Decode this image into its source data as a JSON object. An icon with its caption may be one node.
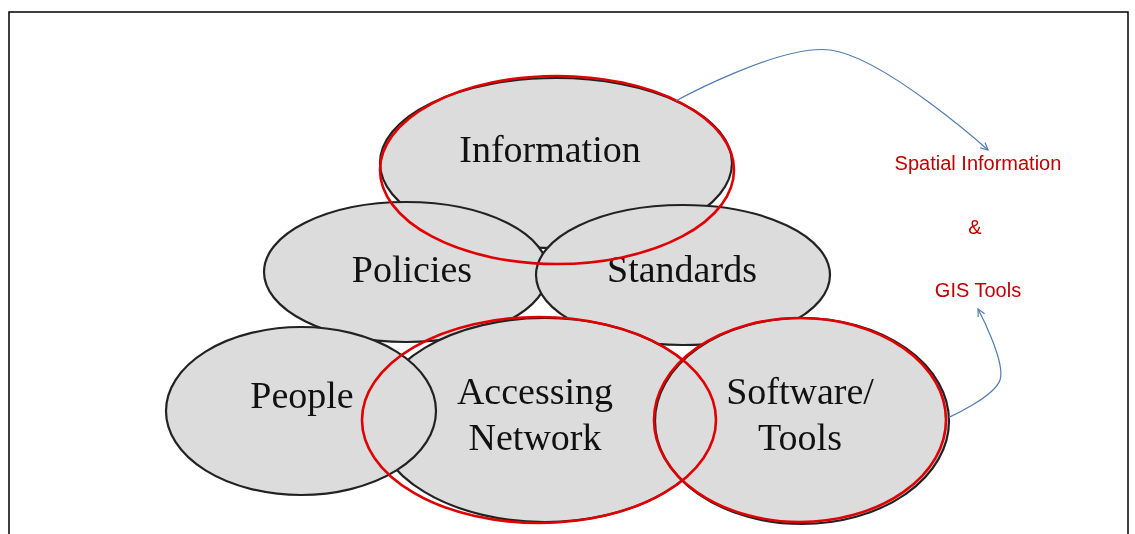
{
  "diagram": {
    "nodes": [
      {
        "text": [
          "Information"
        ]
      },
      {
        "text": [
          "Policies"
        ]
      },
      {
        "text": [
          "Standards"
        ]
      },
      {
        "text": [
          "People"
        ]
      },
      {
        "text": [
          "Accessing Network"
        ]
      },
      {
        "text": [
          "Software/ Tools"
        ]
      },
      {
        "text": [
          "Spatial Information"
        ]
      },
      {
        "text": [
          "GIS Tools"
        ]
      }
    ],
    "edges": [
      {
        "from": 0,
        "to": 6,
        "arrow": "to"
      },
      {
        "from": 5,
        "to": 7,
        "arrow": "to"
      }
    ],
    "labels": [
      "&"
    ]
  }
}
